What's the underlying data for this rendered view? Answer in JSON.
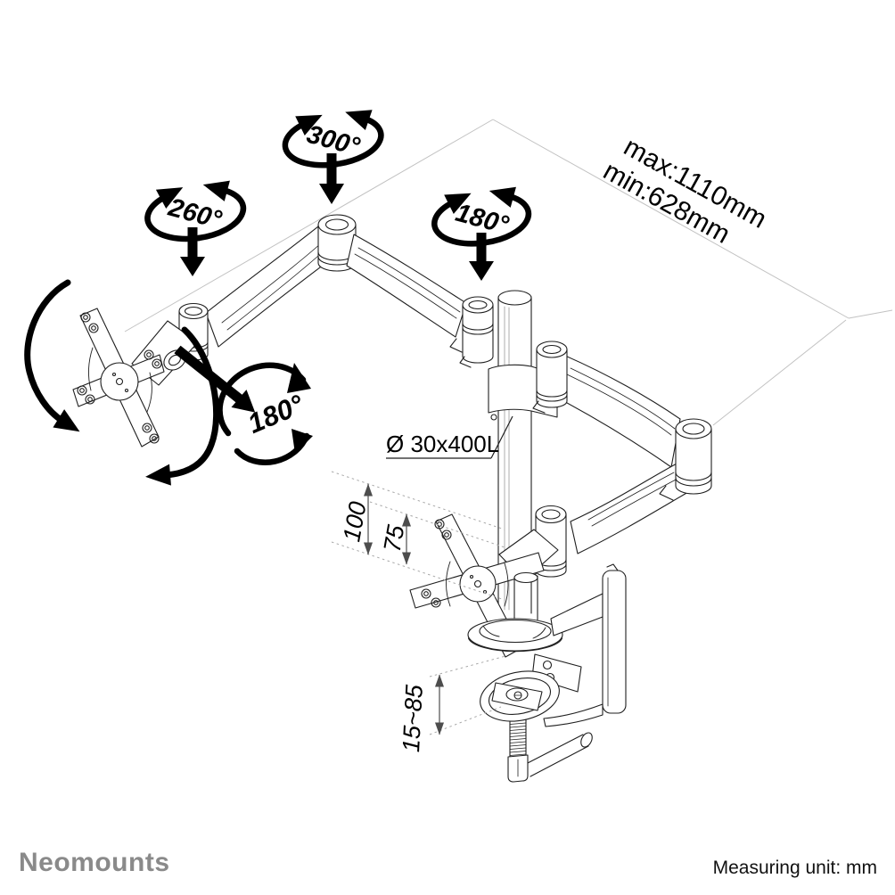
{
  "product_diagram": {
    "rotations": {
      "top_swivel": "300°",
      "left_swivel": "260°",
      "right_swivel": "180°",
      "tilt": "180°"
    },
    "dimensions": {
      "max_reach": "max:1110mm",
      "min_reach": "min:628mm",
      "pole": "Ø 30x400L",
      "upper_height": "100",
      "lower_height": "75",
      "clamp_range": "15~85"
    }
  },
  "footer": {
    "brand": "Neomounts",
    "unit_note": "Measuring unit: mm"
  },
  "colors": {
    "line_art": "#1f1f1f",
    "annotation": "#000000",
    "dimension": "#4d4d4d",
    "leader": "#a8a8a8",
    "reach_line": "#c2c2c2",
    "brand_gray": "#8a8a8a",
    "background": "#ffffff"
  }
}
